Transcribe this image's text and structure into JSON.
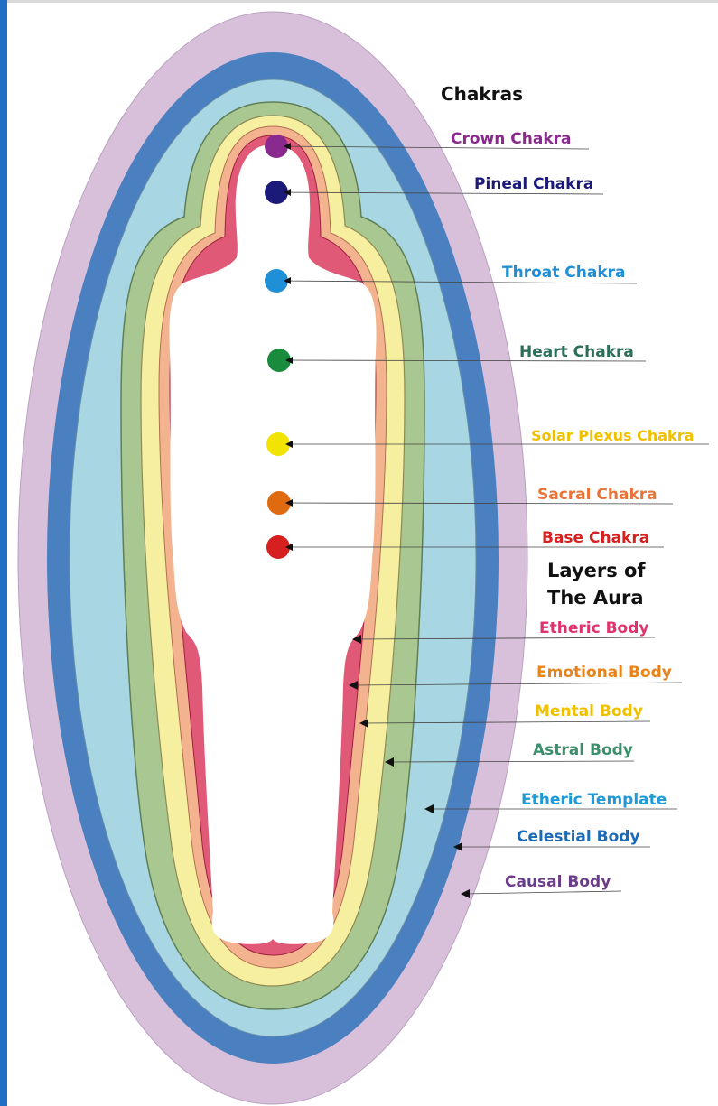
{
  "sections": {
    "chakras_heading": "Chakras",
    "aura_heading_line1": "Layers of",
    "aura_heading_line2": "The Aura"
  },
  "chakras": [
    {
      "label": "Crown Chakra",
      "color": "#8b2a8e"
    },
    {
      "label": "Pineal Chakra",
      "color": "#1c1a78"
    },
    {
      "label": "Throat Chakra",
      "color": "#1f8fd6"
    },
    {
      "label": "Heart Chakra",
      "color": "#1a8a3c"
    },
    {
      "label": "Solar Plexus Chakra",
      "color": "#f2e400"
    },
    {
      "label": "Sacral Chakra",
      "color": "#e06a10"
    },
    {
      "label": "Base Chakra",
      "color": "#d61f1f"
    }
  ],
  "chakra_label_colors": [
    "#8b2a8e",
    "#1c1a78",
    "#1f8fd6",
    "#2d6e5a",
    "#f0c000",
    "#e8743a",
    "#d61f1f"
  ],
  "aura_layers": [
    {
      "label": "Etheric Body",
      "color": "#e0326e",
      "fill": "#e05a78"
    },
    {
      "label": "Emotional Body",
      "color": "#e8831a",
      "fill": "#f2b38e"
    },
    {
      "label": "Mental Body",
      "color": "#f0c000",
      "fill": "#f6efa0"
    },
    {
      "label": "Astral Body",
      "color": "#3a8f6a",
      "fill": "#a9c791"
    },
    {
      "label": "Etheric Template",
      "color": "#1f9ad6",
      "fill": "#a8d6e2"
    },
    {
      "label": "Celestial Body",
      "color": "#1a6ab8",
      "fill": "#4a7fc0"
    },
    {
      "label": "Causal Body",
      "color": "#6a3c8a",
      "fill": "#d9c0da"
    }
  ]
}
